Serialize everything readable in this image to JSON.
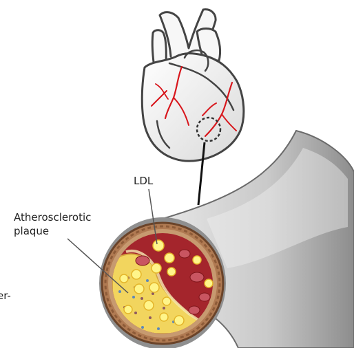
{
  "labels": {
    "ldl": "LDL",
    "plaque_line1": "Atherosclerotic",
    "plaque_line2": "plaque",
    "cut_off_left": "er-"
  },
  "colors": {
    "artery_outer": "#c8c8c8",
    "artery_wall": "#b07a52",
    "blood": "#a4252c",
    "plaque": "#f2d55e",
    "ldl_particle": "#fff58a",
    "coronary_vessel": "#d8161c",
    "heart_fill": "#eeeeee"
  },
  "icons": {
    "heart": "heart-icon",
    "artery": "artery-icon",
    "cross_section": "artery-cross-section-icon"
  }
}
